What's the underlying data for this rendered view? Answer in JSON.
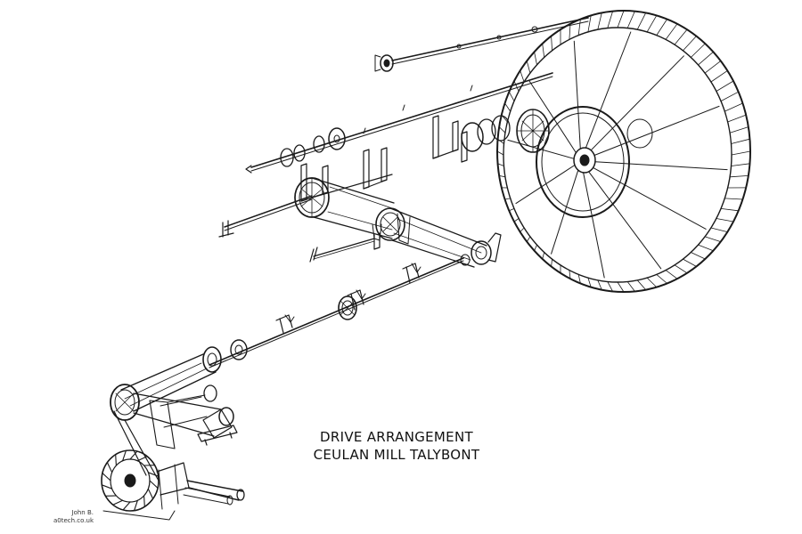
{
  "drawing": {
    "title_line1": "DRIVE ARRANGEMENT",
    "title_line2": "CEULAN MILL TALYBONT",
    "credit_name": "John B.",
    "credit_site": "a0tech.co.uk"
  },
  "colors": {
    "ink": "#1a1a1a",
    "background": "#ffffff"
  }
}
